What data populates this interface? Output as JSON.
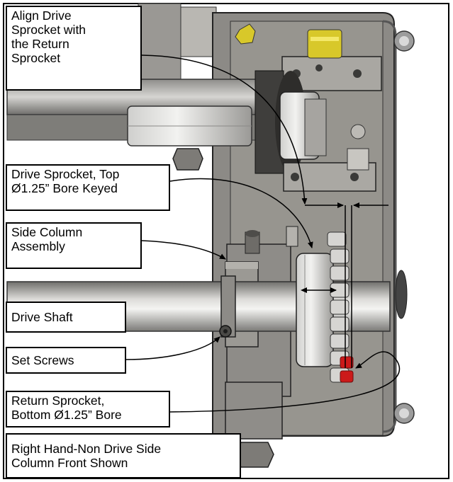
{
  "diagram": {
    "callouts": {
      "align": {
        "lines": [
          "Align Drive",
          "Sprocket with",
          "the Return",
          "Sprocket"
        ]
      },
      "drive_sprocket": {
        "lines": [
          "Drive Sprocket, Top",
          "Ø1.25” Bore Keyed"
        ]
      },
      "side_column": {
        "lines": [
          "Side Column",
          "Assembly"
        ]
      },
      "drive_shaft": {
        "lines": [
          "Drive Shaft"
        ]
      },
      "set_screws": {
        "lines": [
          "Set Screws"
        ]
      },
      "return_sprocket": {
        "lines": [
          "Return Sprocket,",
          "Bottom Ø1.25” Bore"
        ]
      },
      "caption": {
        "lines": [
          "Right Hand-Non Drive Side",
          "Column Front Shown"
        ]
      }
    },
    "colors": {
      "accent_yellow": "#d8c82a",
      "accent_red": "#cc1a1a",
      "frame_gray": "#8c8a86",
      "outline": "#000000"
    }
  }
}
